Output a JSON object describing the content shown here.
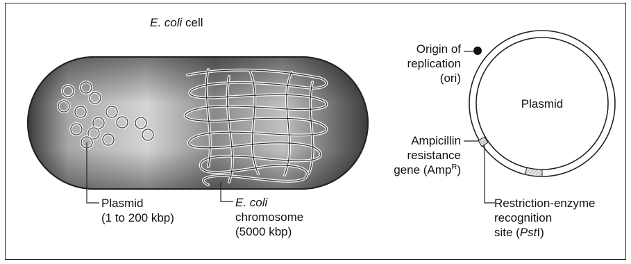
{
  "cell": {
    "title_italic": "E. coli",
    "title_rest": " cell",
    "plasmid_label": "Plasmid",
    "plasmid_size": "(1 to 200 kbp)",
    "chromosome_italic": "E. coli",
    "chromosome_word": "chromosome",
    "chromosome_size": "(5000 kbp)"
  },
  "plasmid_map": {
    "center_label": "Plasmid",
    "origin_line1": "Origin of",
    "origin_line2": "replication",
    "origin_line3": "(ori)",
    "amp_line1": "Ampicillin",
    "amp_line2": "resistance",
    "amp_line3_prefix": "gene (Amp",
    "amp_line3_sup": "R",
    "amp_line3_suffix": ")",
    "site_line1": "Restriction-enzyme",
    "site_line2": "recognition",
    "site_line3_prefix": "site (",
    "site_line3_italic": "Pst",
    "site_line3_roman": "I",
    "site_line3_suffix": ")"
  }
}
